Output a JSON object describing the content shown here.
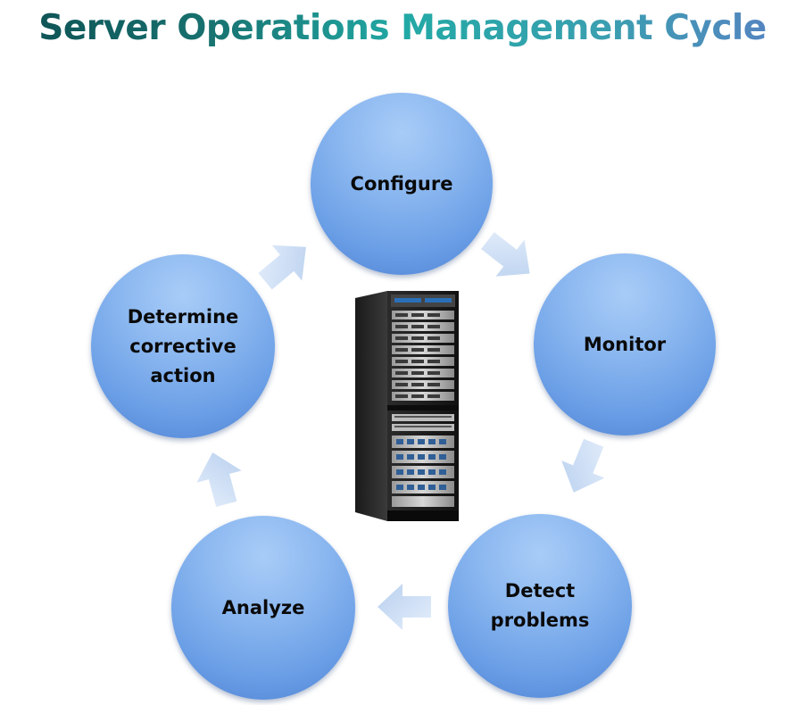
{
  "title": "Server Operations Management Cycle",
  "colors": {
    "title_gradient": [
      "#0d4e52",
      "#22a9a5",
      "#5a7fc4"
    ],
    "node_fill_light": "#a8ccf7",
    "node_fill_dark": "#4f82d4",
    "arrow_fill": "#c9dcf4"
  },
  "cycle": {
    "nodes": [
      {
        "id": "configure",
        "label": "Configure"
      },
      {
        "id": "monitor",
        "label": "Monitor"
      },
      {
        "id": "detect-problems",
        "label": "Detect\nproblems"
      },
      {
        "id": "analyze",
        "label": "Analyze"
      },
      {
        "id": "determine-corrective-action",
        "label": "Determine\ncorrective\naction"
      }
    ],
    "center_image": "server-rack-icon"
  }
}
